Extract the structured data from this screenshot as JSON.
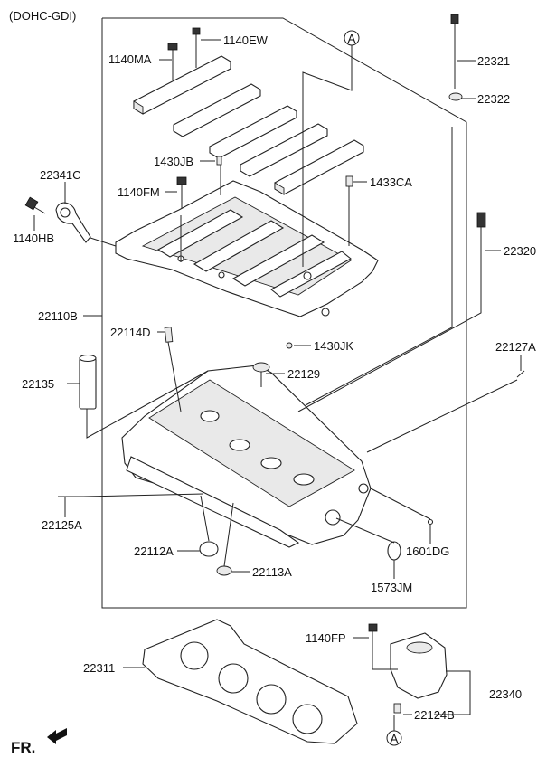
{
  "header": {
    "engine": "(DOHC-GDI)"
  },
  "parts": {
    "p1140EW": "1140EW",
    "p1140MA": "1140MA",
    "p22321": "22321",
    "p22322": "22322",
    "p1430JB": "1430JB",
    "p1433CA": "1433CA",
    "p1140FM": "1140FM",
    "p22341C": "22341C",
    "p1140HB": "1140HB",
    "p22320": "22320",
    "p22110B": "22110B",
    "p22114D": "22114D",
    "p1430JK": "1430JK",
    "p22127A": "22127A",
    "p22135": "22135",
    "p22129": "22129",
    "p22125A": "22125A",
    "p22112A": "22112A",
    "p22113A": "22113A",
    "p1601DG": "1601DG",
    "p1573JM": "1573JM",
    "p1140FP": "1140FP",
    "p22311": "22311",
    "p22340": "22340",
    "p22124B": "22124B"
  },
  "refs": {
    "top": "A",
    "bottom": "A"
  },
  "footer": {
    "direction": "FR."
  }
}
